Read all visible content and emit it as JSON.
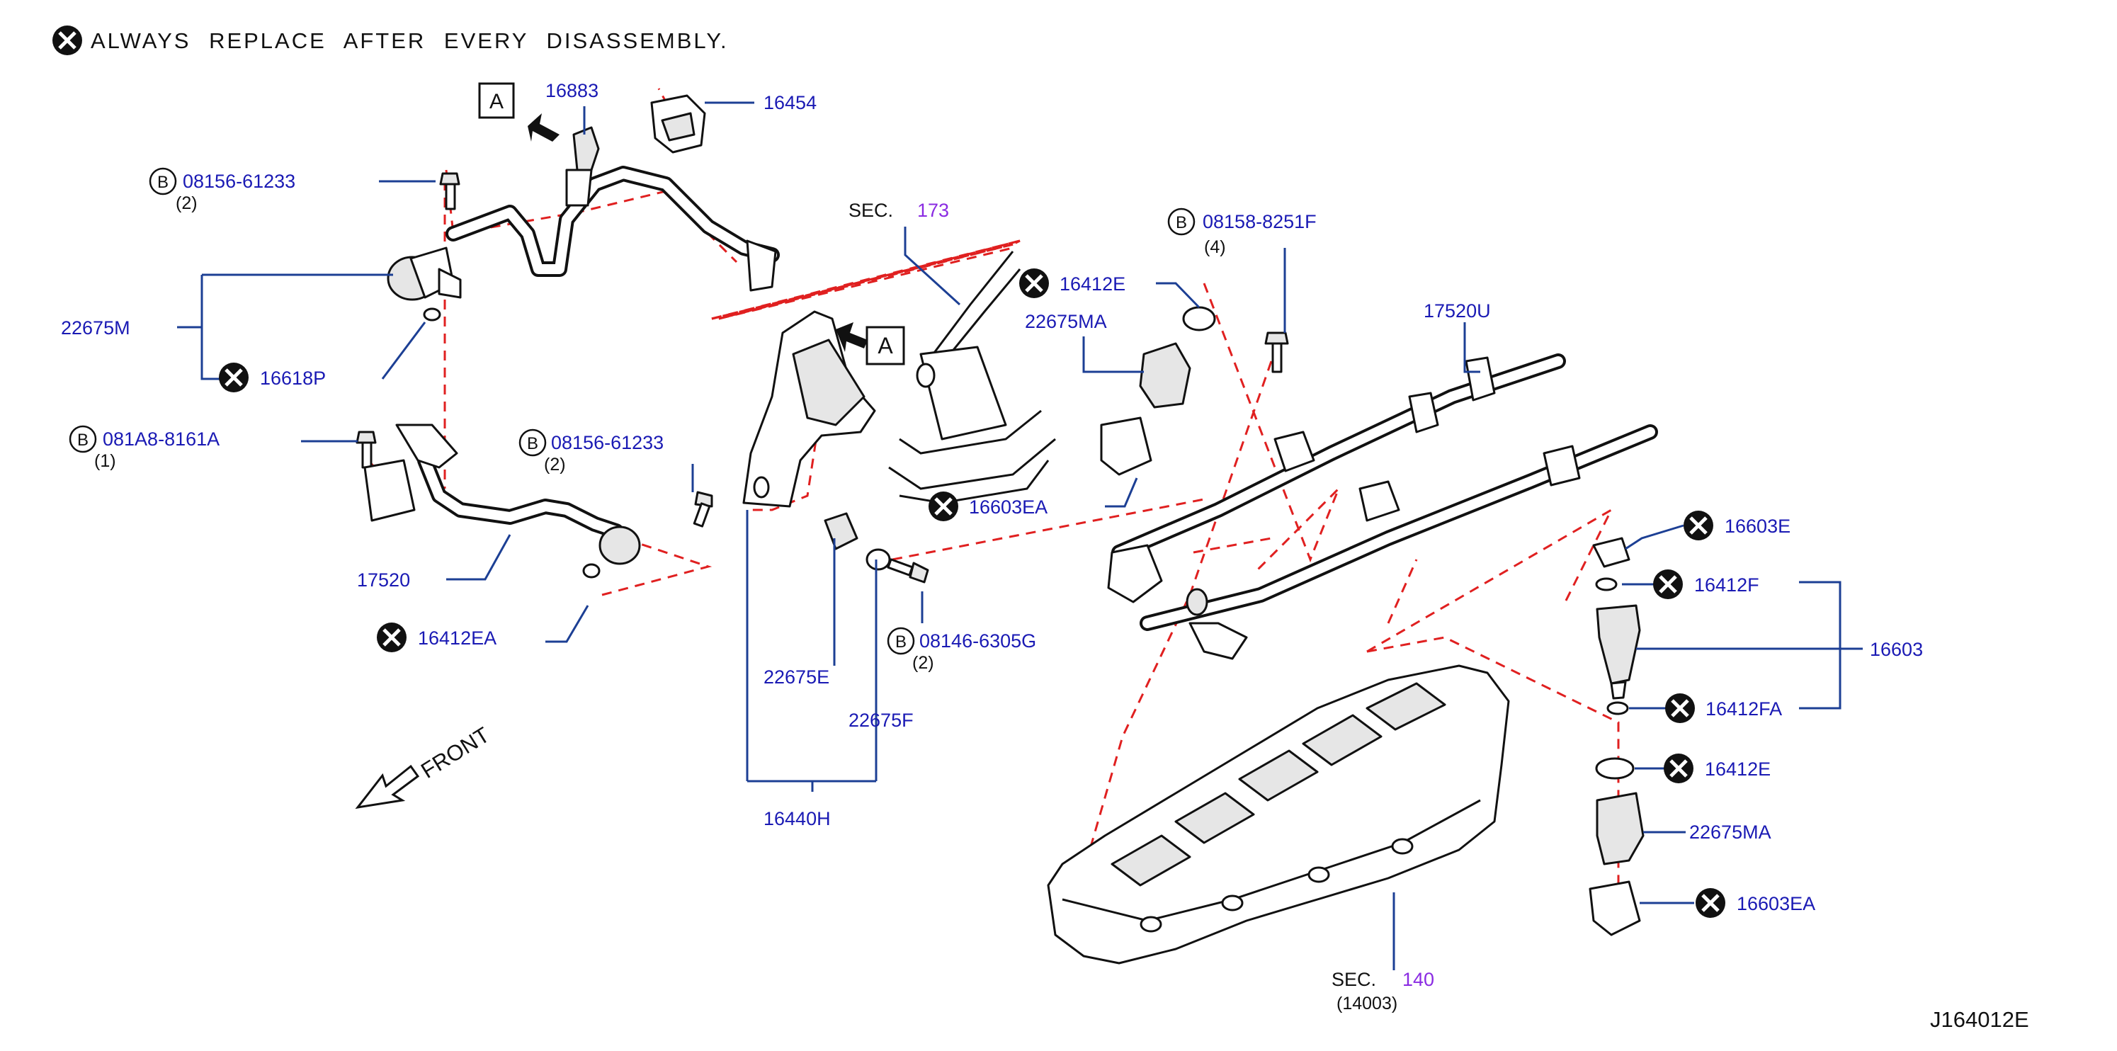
{
  "notice": {
    "text": "ALWAYS REPLACE AFTER EVERY DISASSEMBLY."
  },
  "diagram_id": "J164012E",
  "front": "FRONT",
  "view_ref": "A",
  "bolt_marker": "B",
  "sec_labels": {
    "sec_prefix": "SEC.",
    "sec173": "173",
    "sec140": "140",
    "sec140_sub": "(14003)"
  },
  "parts": {
    "p16883": "16883",
    "p16454": "16454",
    "p08156_61233_a": "08156-61233",
    "p08156_61233_a_qty": "(2)",
    "p22675M": "22675M",
    "p16618P": "16618P",
    "p081A8_8161A": "081A8-8161A",
    "p081A8_8161A_qty": "(1)",
    "p08156_61233_b": "08156-61233",
    "p08156_61233_b_qty": "(2)",
    "p17520": "17520",
    "p16412EA": "16412EA",
    "p22675E": "22675E",
    "p22675F": "22675F",
    "p16440H": "16440H",
    "p08146_6305G": "08146-6305G",
    "p08146_6305G_qty": "(2)",
    "p16603EA_a": "16603EA",
    "p16412E_a": "16412E",
    "p22675MA_a": "22675MA",
    "p08158_8251F": "08158-8251F",
    "p08158_8251F_qty": "(4)",
    "p17520U": "17520U",
    "p16603E": "16603E",
    "p16412F": "16412F",
    "p16603": "16603",
    "p16412FA": "16412FA",
    "p16412E_b": "16412E",
    "p22675MA_b": "22675MA",
    "p16603EA_b": "16603EA"
  }
}
